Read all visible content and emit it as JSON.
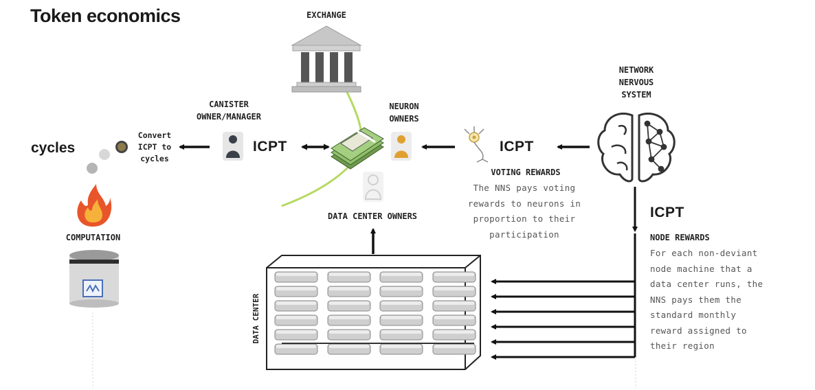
{
  "header": {
    "title": "Token economics"
  },
  "labels": {
    "exchange": "EXCHANGE",
    "canister_owner": [
      "CANISTER",
      "OWNER/MANAGER"
    ],
    "neuron_owners": [
      "NEURON",
      "OWNERS"
    ],
    "network_nervous_system": [
      "NETWORK",
      "NERVOUS",
      "SYSTEM"
    ],
    "cycles": "cycles",
    "convert": [
      "Convert",
      "ICPT to",
      "cycles"
    ],
    "computation": "COMPUTATION",
    "data_center_owners": "DATA CENTER OWNERS",
    "data_center": "DATA CENTER",
    "voting_rewards": "VOTING REWARDS",
    "node_rewards": "NODE REWARDS"
  },
  "tokens": {
    "icpt_canister": "ICPT",
    "icpt_voting": "ICPT",
    "icpt_node": "ICPT"
  },
  "descriptions": {
    "voting": [
      "The NNS pays voting",
      "rewards to neurons in",
      "proportion to their",
      "participation"
    ],
    "node": [
      "For each non-deviant",
      "node machine that a",
      "data center runs, the",
      "NNS pays them the",
      "standard monthly",
      "reward assigned to",
      "their region"
    ]
  },
  "colors": {
    "arrow": "#111111",
    "exchange_line": "#b6d964",
    "money": "#7ca35a",
    "neuron_owner": "#e0a030",
    "canister_owner": "#3a3f48",
    "flame": "#e8552a",
    "server": "#c8c8c8"
  },
  "icons": [
    "bank-icon",
    "money-stack-icon",
    "person-icon",
    "brain-icon",
    "neuron-icon",
    "flame-icon",
    "database-icon",
    "server-icon"
  ]
}
